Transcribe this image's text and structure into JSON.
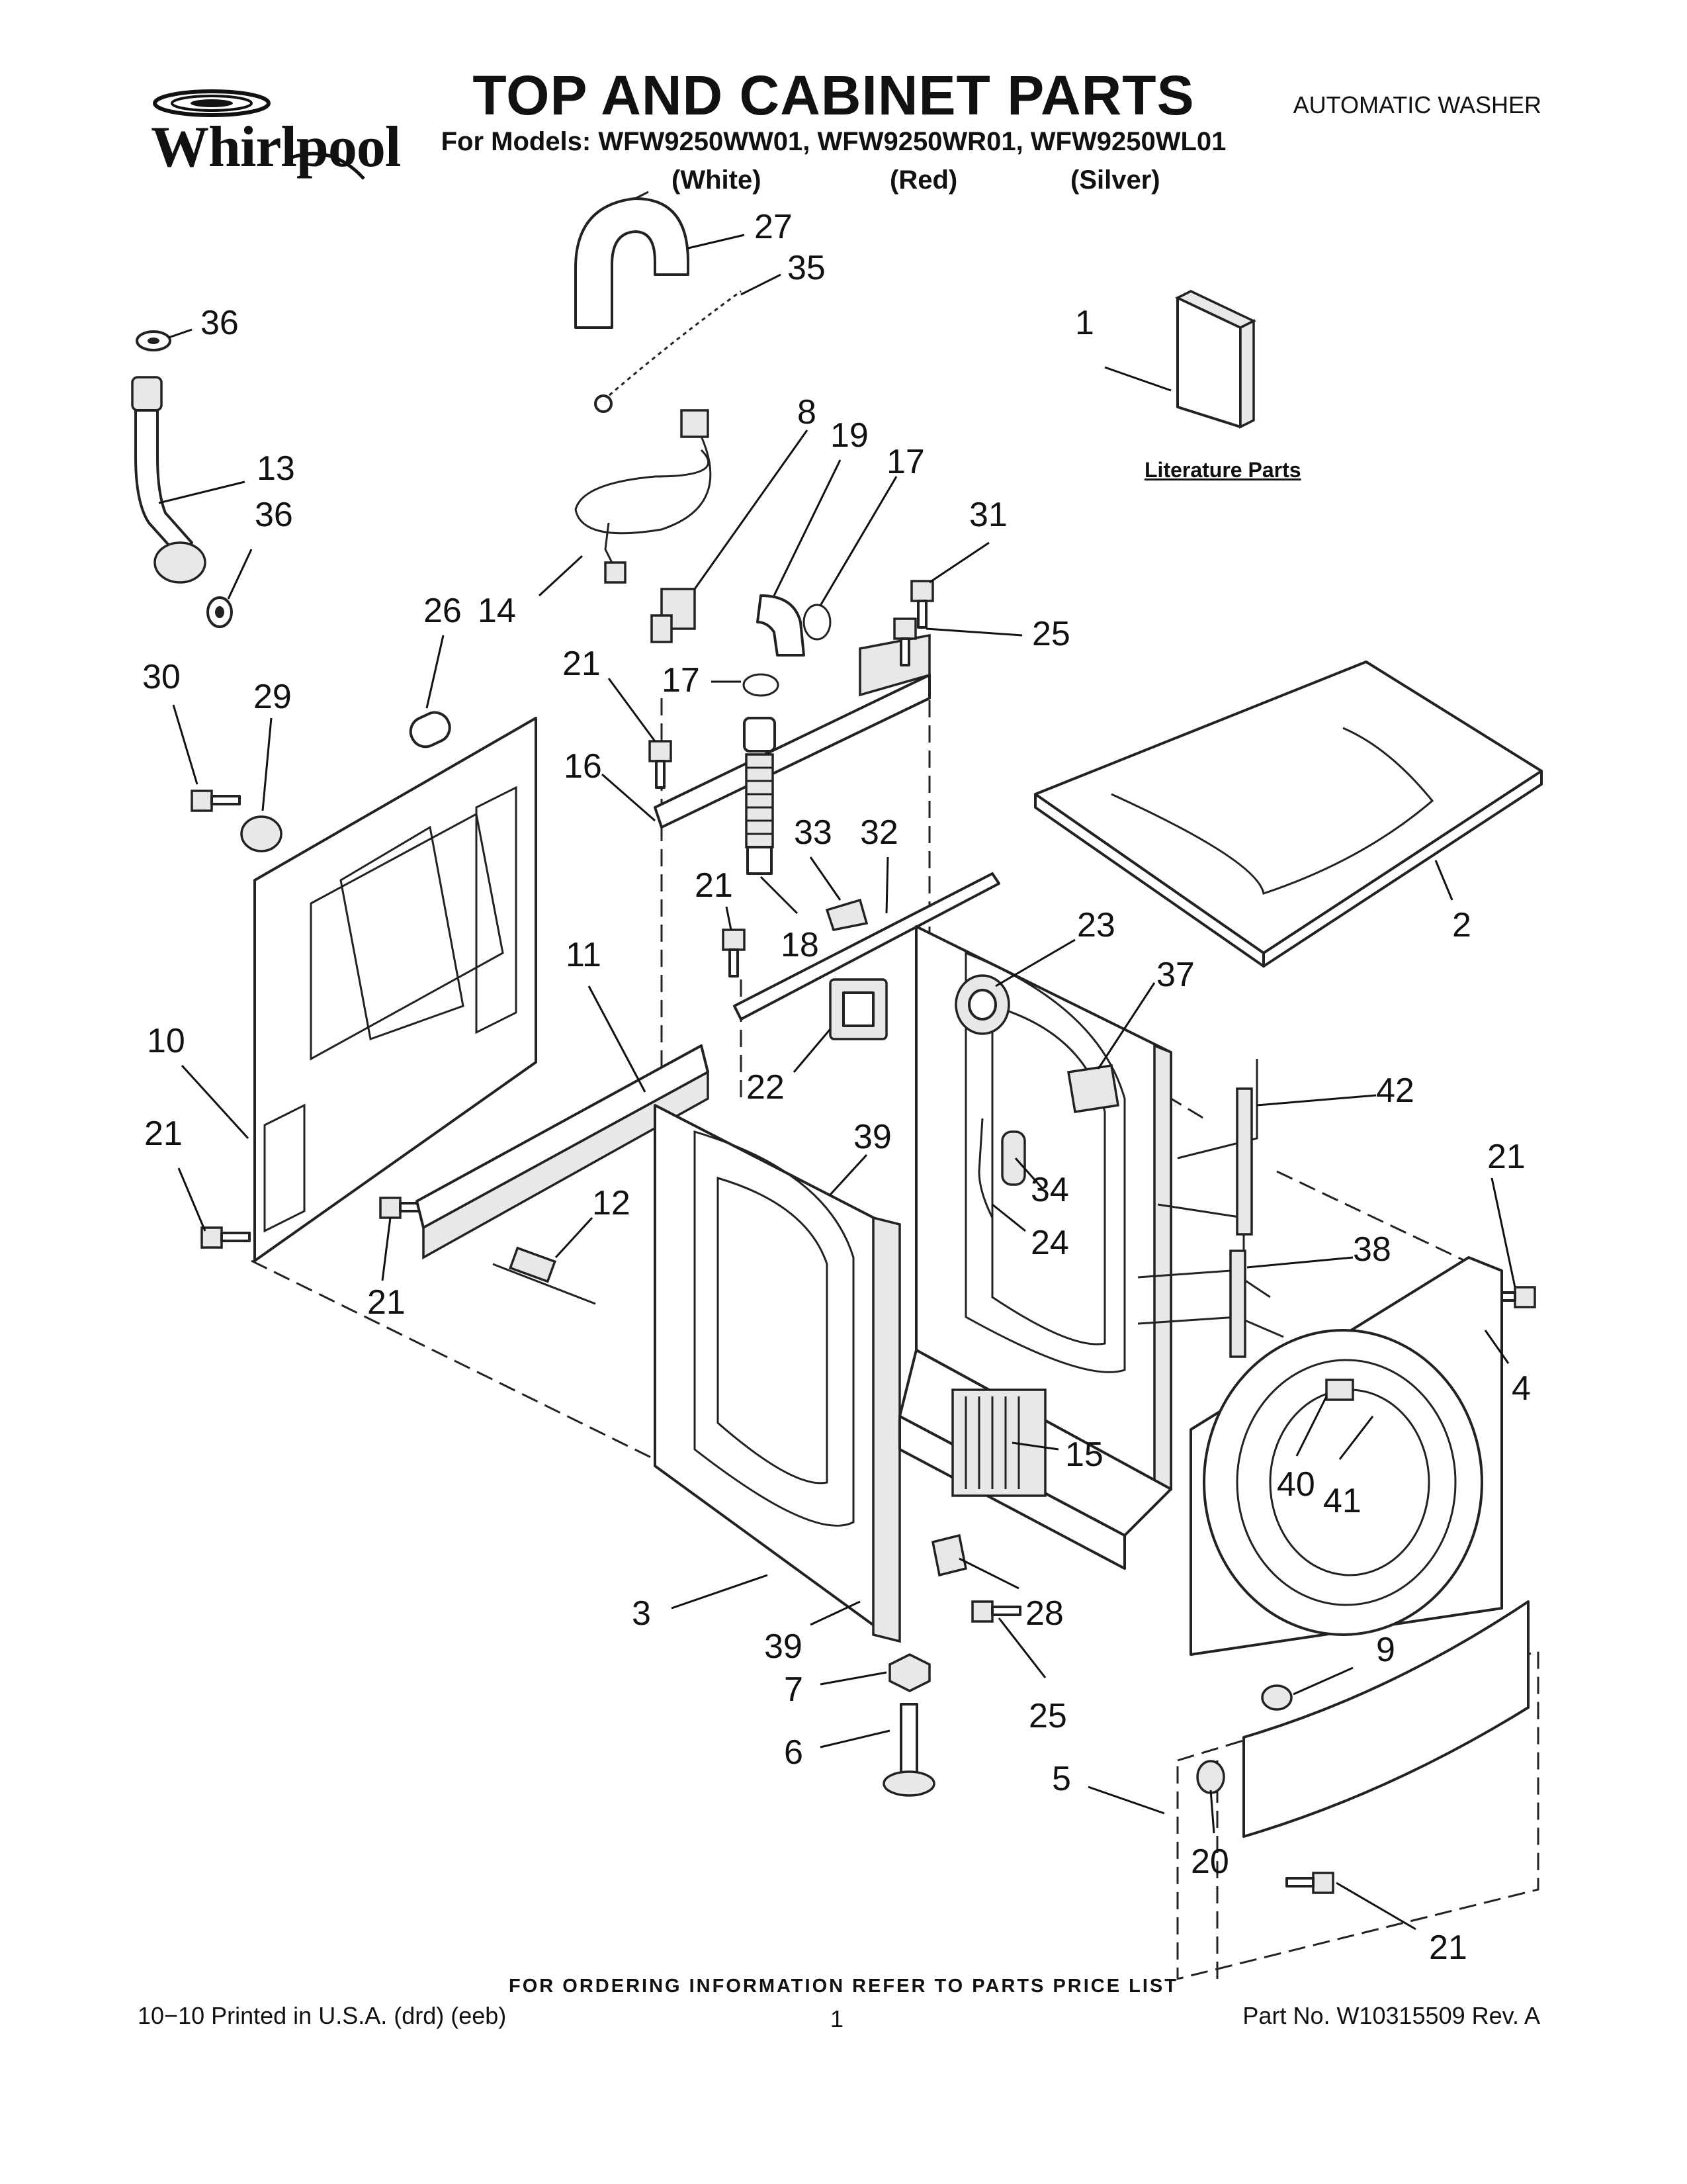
{
  "header": {
    "brand": "Whirlpool",
    "title": "TOP AND CABINET PARTS",
    "subtitle": "For Models: WFW9250WW01, WFW9250WR01, WFW9250WL01",
    "variants": [
      "(White)",
      "(Red)",
      "(Silver)"
    ],
    "product_type": "AUTOMATIC WASHER"
  },
  "literature_label": "Literature Parts",
  "footer": {
    "ordering_info": "FOR ORDERING INFORMATION REFER TO PARTS PRICE LIST",
    "print_info": "10−10 Printed in U.S.A. (drd) (eeb)",
    "page_number": "1",
    "part_number": "Part No. W10315509 Rev. A"
  },
  "callouts": [
    {
      "id": "27",
      "label": "27"
    },
    {
      "id": "35",
      "label": "35"
    },
    {
      "id": "36a",
      "label": "36"
    },
    {
      "id": "1",
      "label": "1"
    },
    {
      "id": "8",
      "label": "8"
    },
    {
      "id": "19",
      "label": "19"
    },
    {
      "id": "17a",
      "label": "17"
    },
    {
      "id": "13",
      "label": "13"
    },
    {
      "id": "36b",
      "label": "36"
    },
    {
      "id": "31",
      "label": "31"
    },
    {
      "id": "26",
      "label": "26"
    },
    {
      "id": "14",
      "label": "14"
    },
    {
      "id": "25a",
      "label": "25"
    },
    {
      "id": "30",
      "label": "30"
    },
    {
      "id": "29",
      "label": "29"
    },
    {
      "id": "21a",
      "label": "21"
    },
    {
      "id": "17b",
      "label": "17"
    },
    {
      "id": "16",
      "label": "16"
    },
    {
      "id": "33",
      "label": "33"
    },
    {
      "id": "32",
      "label": "32"
    },
    {
      "id": "21b",
      "label": "21"
    },
    {
      "id": "18",
      "label": "18"
    },
    {
      "id": "2",
      "label": "2"
    },
    {
      "id": "11",
      "label": "11"
    },
    {
      "id": "23",
      "label": "23"
    },
    {
      "id": "37",
      "label": "37"
    },
    {
      "id": "10",
      "label": "10"
    },
    {
      "id": "22",
      "label": "22"
    },
    {
      "id": "39a",
      "label": "39"
    },
    {
      "id": "42",
      "label": "42"
    },
    {
      "id": "21c",
      "label": "21"
    },
    {
      "id": "12",
      "label": "12"
    },
    {
      "id": "34",
      "label": "34"
    },
    {
      "id": "21d",
      "label": "21"
    },
    {
      "id": "24",
      "label": "24"
    },
    {
      "id": "38",
      "label": "38"
    },
    {
      "id": "21e",
      "label": "21"
    },
    {
      "id": "4",
      "label": "4"
    },
    {
      "id": "15",
      "label": "15"
    },
    {
      "id": "40",
      "label": "40"
    },
    {
      "id": "41",
      "label": "41"
    },
    {
      "id": "3",
      "label": "3"
    },
    {
      "id": "28",
      "label": "28"
    },
    {
      "id": "39b",
      "label": "39"
    },
    {
      "id": "9",
      "label": "9"
    },
    {
      "id": "7",
      "label": "7"
    },
    {
      "id": "25b",
      "label": "25"
    },
    {
      "id": "5",
      "label": "5"
    },
    {
      "id": "6",
      "label": "6"
    },
    {
      "id": "20",
      "label": "20"
    },
    {
      "id": "21f",
      "label": "21"
    }
  ]
}
